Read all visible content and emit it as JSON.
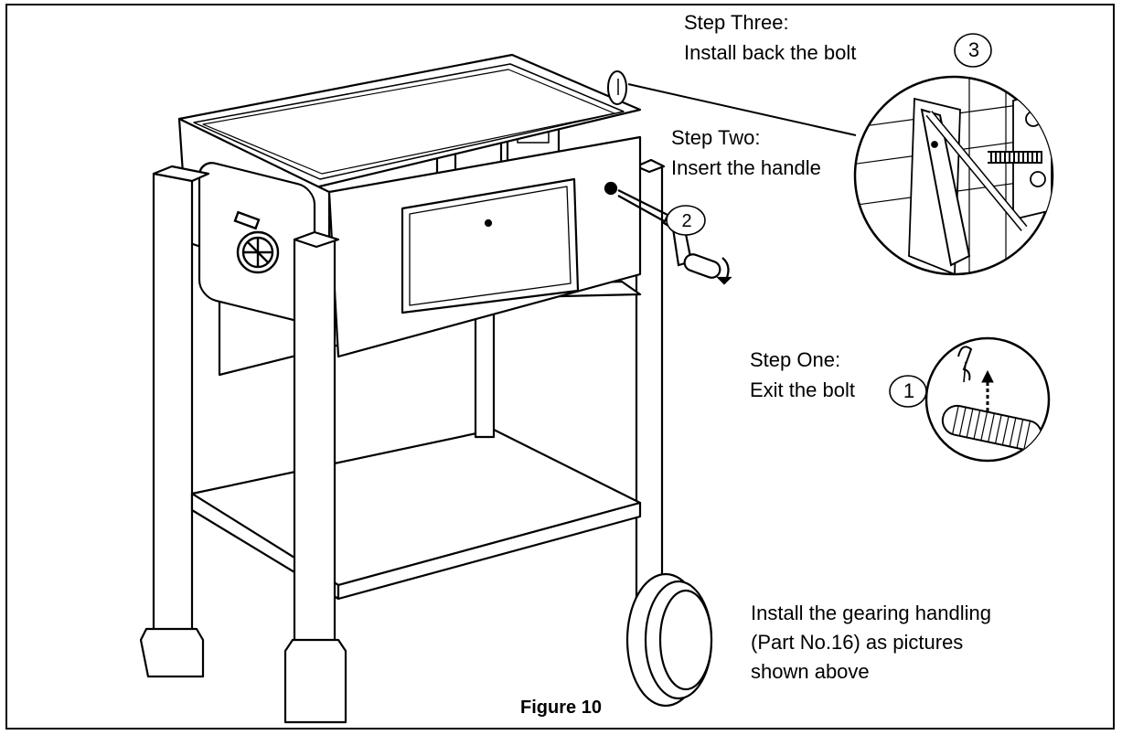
{
  "steps": {
    "step_three": {
      "title": "Step Three:",
      "text": "Install back the bolt",
      "number": "3"
    },
    "step_two": {
      "title": "Step Two:",
      "text": "Insert the handle",
      "number": "2"
    },
    "step_one": {
      "title": "Step One:",
      "text": "Exit the bolt",
      "number": "1"
    }
  },
  "instruction": {
    "line1": "Install the gearing handling",
    "line2": "(Part No.16)  as pictures",
    "line3": "shown above"
  },
  "caption": "Figure 10"
}
